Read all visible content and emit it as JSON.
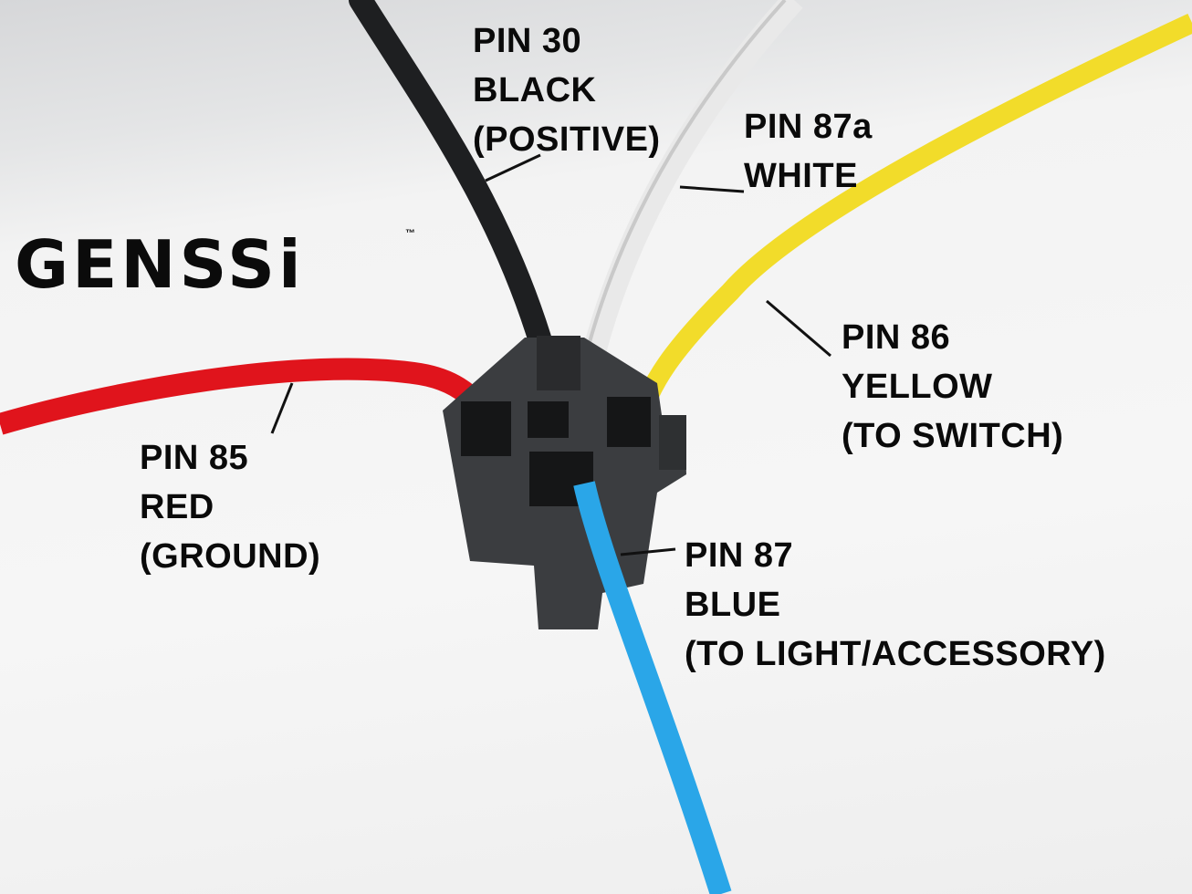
{
  "brand": {
    "name": "GENSSi",
    "trademark": "™"
  },
  "labels": [
    {
      "id": "pin30",
      "lines": [
        "PIN 30",
        "BLACK",
        "(POSITIVE)"
      ],
      "wire_color": "#1e1f21"
    },
    {
      "id": "pin87a",
      "lines": [
        "PIN 87a",
        "WHITE"
      ],
      "wire_color": "#eeeeee"
    },
    {
      "id": "pin86",
      "lines": [
        "PIN 86",
        "YELLOW",
        "(TO SWITCH)"
      ],
      "wire_color": "#f2dc2a"
    },
    {
      "id": "pin85",
      "lines": [
        "PIN 85",
        "RED",
        "(GROUND)"
      ],
      "wire_color": "#e0141c"
    },
    {
      "id": "pin87",
      "lines": [
        "PIN 87",
        "BLUE",
        "(TO LIGHT/ACCESSORY)"
      ],
      "wire_color": "#2aa6e8"
    }
  ],
  "connector_color": "#3b3d40"
}
